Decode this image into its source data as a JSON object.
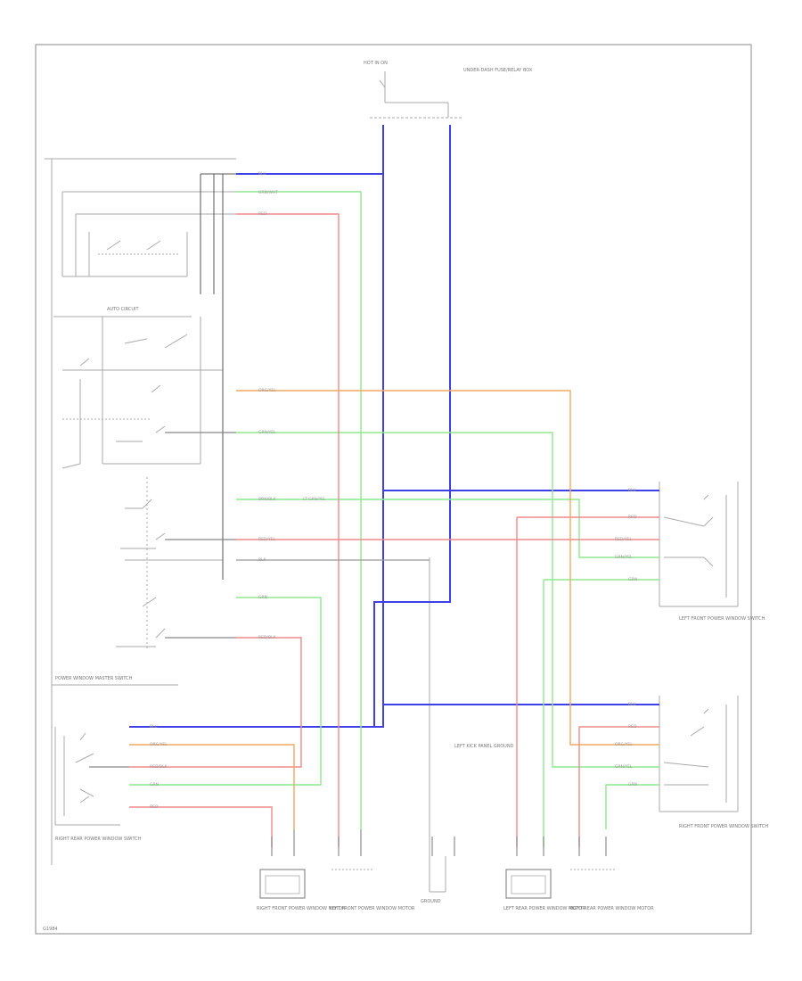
{
  "labels": {
    "hot_in_run": "HOT IN ON",
    "fuse_note": "UNDER-DASH FUSE/RELAY BOX",
    "auto_circuit": "AUTO CIRCUIT",
    "power_window_master_switch": "POWER WINDOW MASTER SWITCH",
    "left_front_power_window_switch": "LEFT FRONT POWER WINDOW SWITCH",
    "right_front_power_window_switch": "RIGHT FRONT POWER WINDOW SWITCH",
    "right_rear_power_window_switch": "RIGHT REAR POWER WINDOW SWITCH",
    "ground_note": "LEFT KICK PANEL GROUND",
    "motor_rf": "RIGHT FRONT POWER WINDOW MOTOR",
    "motor_lf": "LEFT FRONT POWER WINDOW MOTOR",
    "ground_box": "GROUND",
    "motor_lr": "LEFT REAR POWER WINDOW MOTOR",
    "motor_rr": "RIGHT REAR POWER WINDOW MOTOR",
    "footer_code": "G1984"
  },
  "wires": {
    "blu": "BLU",
    "grn_wht": "GRN/WHT",
    "red": "RED",
    "org_yel": "ORG/YEL",
    "grn_yel": "GRN/YEL",
    "red_yel": "RED/YEL",
    "blk": "BLK",
    "grn": "GRN",
    "red_blk": "RED/BLK",
    "brn_blk": "BRN/BLK",
    "lt_grn_yel": "LT GRN/YEL"
  },
  "colors": {
    "blue": "#3f3fe8",
    "green": "#8fe88f",
    "red": "#f08a8a",
    "orange": "#f0a860",
    "dark_green": "#60c060",
    "gray": "#999999"
  }
}
